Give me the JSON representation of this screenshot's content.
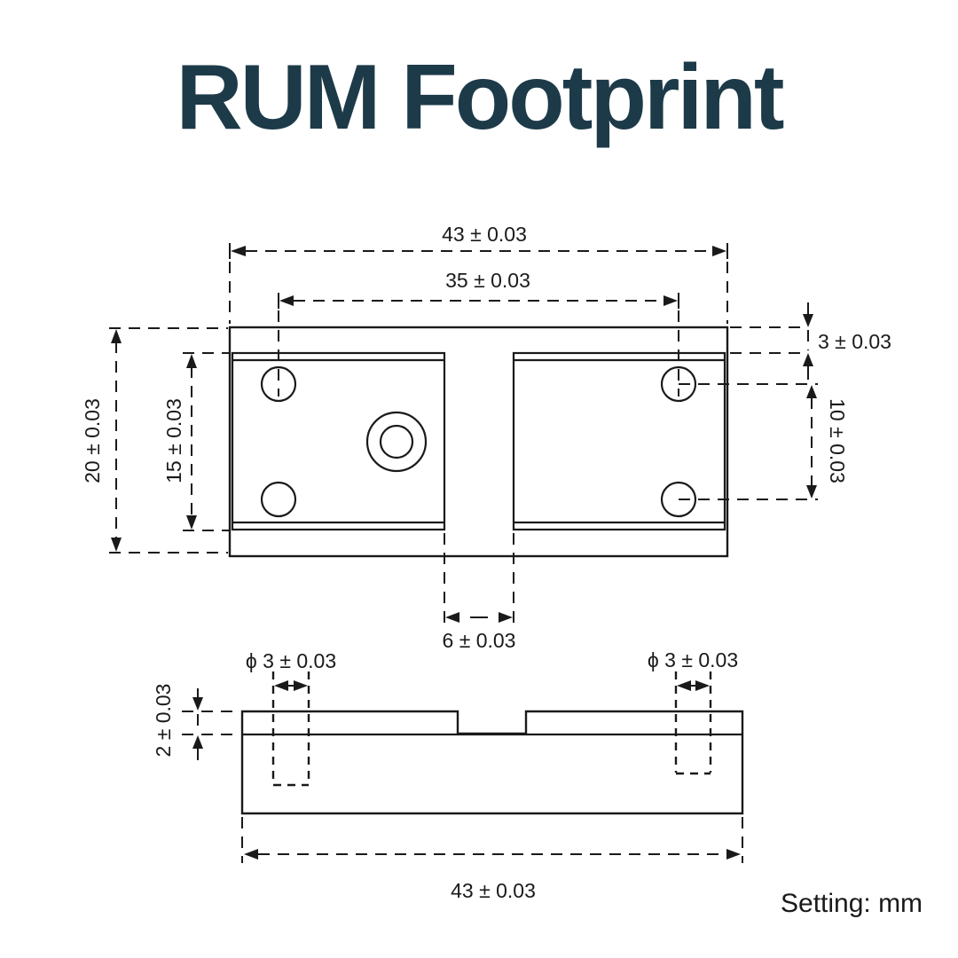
{
  "title": "RUM Footprint",
  "colors": {
    "title": "#1d3a49",
    "line": "#1a1a1a",
    "background": "#ffffff"
  },
  "top_view": {
    "width_overall": "43 ± 0.03",
    "hole_span": "35 ± 0.03",
    "edge_offset": "3 ± 0.03",
    "hole_pitch": "10 ± 0.03",
    "height_overall": "20 ± 0.03",
    "pad_height": "15 ± 0.03",
    "center_gap": "6 ± 0.03"
  },
  "side_view": {
    "hole_diameter_left": "ϕ 3 ± 0.03",
    "hole_diameter_right": "ϕ 3 ± 0.03",
    "plate_thickness": "2 ± 0.03",
    "width_overall": "43 ± 0.03"
  },
  "footer": {
    "units_note": "Setting: mm"
  }
}
